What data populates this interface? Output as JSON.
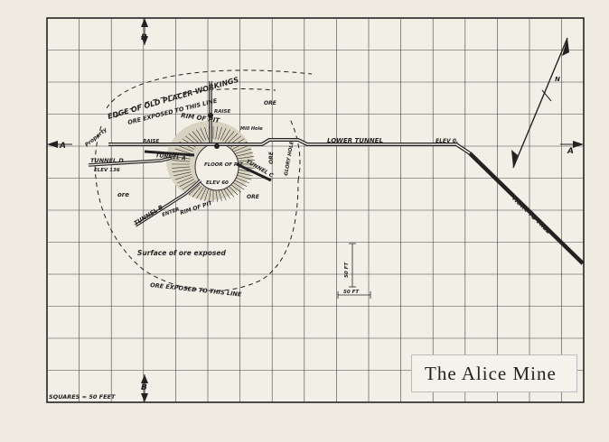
{
  "title": "The Alice Mine",
  "scale_note": "SQUARES = 50 FEET",
  "labels": {
    "a_left": "A",
    "a_right": "A",
    "b_top": "B",
    "b_bottom": "B",
    "edge_placer": "EDGE OF OLD PLACER WORKINGS",
    "ore_exposed_top": "ORE EXPOSED TO THIS LINE",
    "ore_exposed_bottom": "ORE EXPOSED TO THIS LINE",
    "property_line": "Property",
    "rim_of_pit_top": "RIM OF PIT",
    "rim_of_pit_bottom": "RIM OF PIT",
    "raise_top": "RAISE",
    "raise_left": "RAISE",
    "mill_hole": "Mill Hole",
    "ore_1": "ORE",
    "ore_2": "ORE",
    "ore_3": "ORE",
    "ore_4": "ore",
    "tunnel_a": "TUNNEL A",
    "tunnel_b": "TUNNEL B",
    "tunnel_c": "TUNNEL C",
    "tunnel_d": "TUNNEL D",
    "elev_136": "ELEV 136",
    "floor_of_pit": "FLOOR OF PIT",
    "floor_elev": "ELEV 60",
    "lower_tunnel": "LOWER TUNNEL",
    "elev_0": "ELEV 0.",
    "tram_to_mill": "TRAM TO MILL",
    "surface_exposed": "Surface of ore exposed",
    "dim_50_vert": "50 FT",
    "dim_50_horiz": "50 FT",
    "glory_hole": "GLORY HOLE",
    "entry": "ENTER",
    "north": "N"
  }
}
